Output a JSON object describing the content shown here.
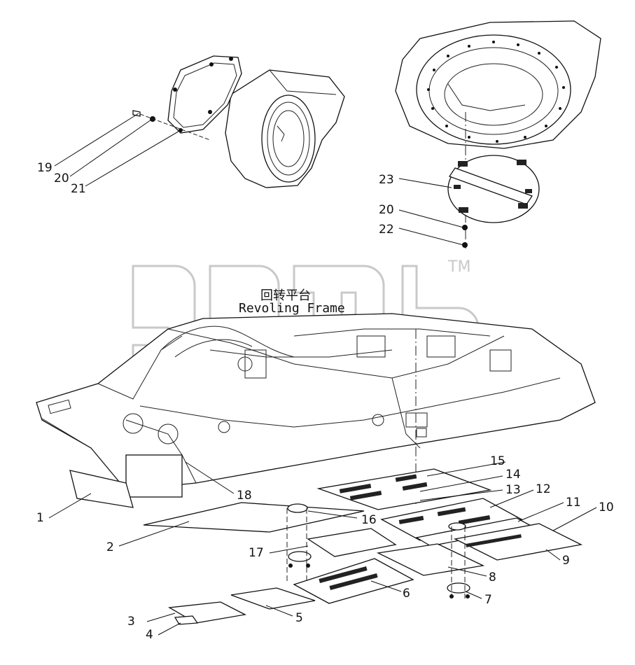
{
  "diagram": {
    "title_cn": "回转平台",
    "title_en": "Revoling Frame",
    "watermark_tm": "TM"
  },
  "callouts": [
    {
      "id": "c1",
      "label": "1"
    },
    {
      "id": "c2",
      "label": "2"
    },
    {
      "id": "c3",
      "label": "3"
    },
    {
      "id": "c4",
      "label": "4"
    },
    {
      "id": "c5",
      "label": "5"
    },
    {
      "id": "c6",
      "label": "6"
    },
    {
      "id": "c7",
      "label": "7"
    },
    {
      "id": "c8",
      "label": "8"
    },
    {
      "id": "c9",
      "label": "9"
    },
    {
      "id": "c10",
      "label": "10"
    },
    {
      "id": "c11",
      "label": "11"
    },
    {
      "id": "c12",
      "label": "12"
    },
    {
      "id": "c13",
      "label": "13"
    },
    {
      "id": "c14",
      "label": "14"
    },
    {
      "id": "c15",
      "label": "15"
    },
    {
      "id": "c16",
      "label": "16"
    },
    {
      "id": "c17",
      "label": "17"
    },
    {
      "id": "c18",
      "label": "18"
    },
    {
      "id": "c19",
      "label": "19"
    },
    {
      "id": "c20a",
      "label": "20"
    },
    {
      "id": "c21",
      "label": "21"
    },
    {
      "id": "c23",
      "label": "23"
    },
    {
      "id": "c20b",
      "label": "20"
    },
    {
      "id": "c22",
      "label": "22"
    }
  ]
}
